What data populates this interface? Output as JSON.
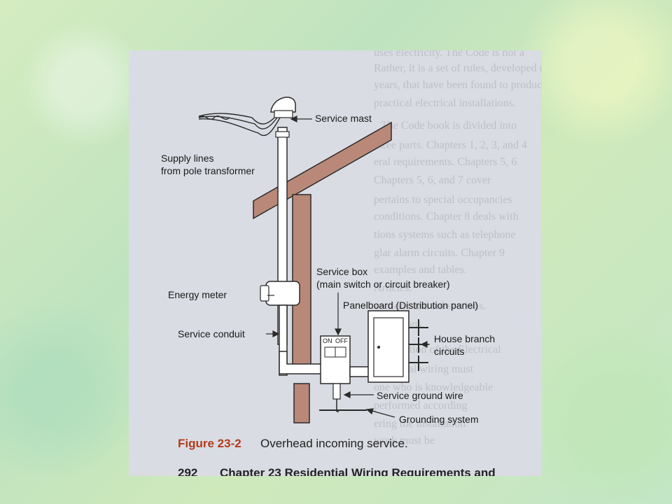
{
  "figure": {
    "number": "Figure 23-2",
    "title": "Overhead incoming service."
  },
  "footer": {
    "page_number": "292",
    "chapter": "Chapter 23   Residential Wiring Requirements and"
  },
  "labels": {
    "service_mast": "Service mast",
    "supply_lines_1": "Supply lines",
    "supply_lines_2": "from pole transformer",
    "service_box_1": "Service box",
    "service_box_2": "(main switch or circuit breaker)",
    "energy_meter": "Energy meter",
    "panelboard": "Panelboard (Distribution panel)",
    "service_conduit": "Service conduit",
    "house_branch_1": "House branch",
    "house_branch_2": "circuits",
    "service_ground_wire": "Service ground wire",
    "grounding_system": "Grounding system",
    "switch_on": "ON",
    "switch_off": "OFF"
  },
  "show_through": [
    "uses electricity. The Code is not a",
    "Rather, it is a set of rules, developed over many",
    "years, that have been found to produce",
    "practical electrical installations.",
    "The Code book is divided into",
    "three parts. Chapters 1, 2, 3, and 4",
    "eral requirements. Chapters 5, 6",
    "Chapters 5, 6, and 7 cover",
    "pertains to special occupancies",
    "conditions. Chapter 8 deals with",
    "tions systems such as telephone",
    "glar alarm circuits. Chapter 9",
    "examples and tables.",
    "Articles.",
    "sections and subsections.",
    "exceptions.",
    "Application of the Electrical",
    "Electrical wiring must",
    "one who is knowledgeable",
    "performed according",
    "ering the installation",
    "work must be"
  ],
  "colors": {
    "wood": "#b98878",
    "line": "#2a2a2a",
    "metal": "#ffffff",
    "figure_number": "#b43a1a"
  }
}
